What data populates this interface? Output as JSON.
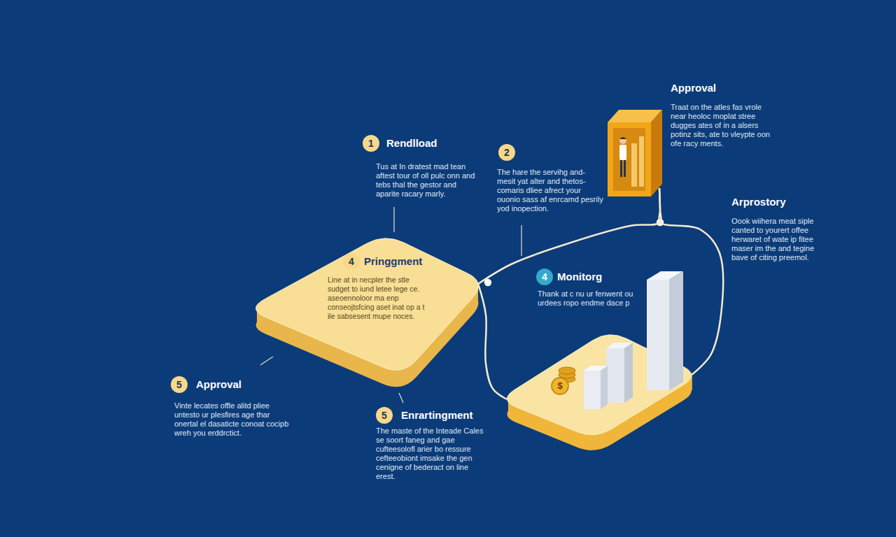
{
  "diagram": {
    "nodes": [
      {
        "text": [
          "Approval",
          "Traat on the atles fas vrole near heoloc moplat stree dugges ates of in a alsers potinz sits, ate to vleypte oon ofe racy ments."
        ]
      },
      {
        "text": [
          "4",
          "Pringgment",
          "Line at in necpler the stle sudget to iund letee lege ce. aseoennoloor ma enp conseojtsfcing aset inat op a t ile sabsesent mupe noces."
        ]
      },
      {
        "text": [
          "4",
          "Monitorg",
          "Thank at c nu ur fenwent ou urdees ropo endme dace p"
        ]
      }
    ],
    "edges": [
      {
        "from": 1,
        "to": 0,
        "arrow": "none"
      },
      {
        "from": 1,
        "to": 2,
        "arrow": "none"
      },
      {
        "from": 0,
        "to": 2,
        "arrow": "none"
      }
    ],
    "labels": [
      "1",
      "Rendlload",
      "Tus at In dratest mad tean aftest tour of oll pulc onn and tebs thal the gestor and aparite racary marly.",
      "2",
      "The hare the servihg and- mesit yat alter and thetos- comaris dliee afrect your ouonio sass af enrcamd pesrily yod inopection.",
      "Arprostory",
      "Oook wiihera meat siple canted to yourert offee herwaret of wate ip fitee maser im the and tegine bave of citing preemol.",
      "5",
      "Approval",
      "Vinte lecates offle alitd pliee untesto ur plesfires age thar onertal el dasaticte conoat cocipb wreh you erddrctict.",
      "5",
      "Enrartingment",
      "The maste of the Inteade Cales se soort faneg and gae cufteesolofl arier bo ressure cefteeobiont imsake the gen cenigne of bederact on line erest.",
      "$"
    ]
  }
}
